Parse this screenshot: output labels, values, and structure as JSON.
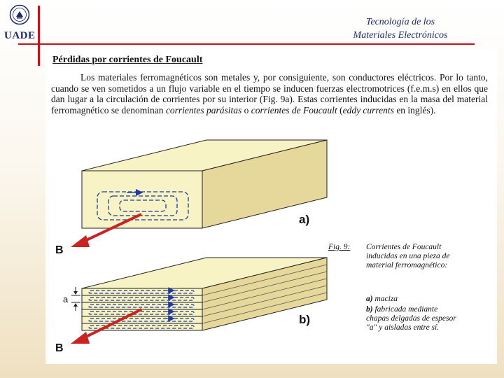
{
  "header": {
    "logo_text": "UADE",
    "title_line1": "Tecnología de los",
    "title_line2": "Materiales Electrónicos"
  },
  "section": {
    "title": "Pérdidas por corrientes de Foucault",
    "p1": "Los materiales ferromagnéticos son metales y, por consiguiente, son conductores eléctricos. Por lo tanto, cuando se ven sometidos a un flujo variable en el tiempo se inducen fuerzas electromotrices (f.e.m.s) en ellos que dan lugar a la circulación de corrientes por su interior (Fig. 9a). Estas corrientes inducidas en la masa del material ferromagnético se denominan ",
    "em1": "corrientes parásitas",
    "mid": " o ",
    "em2": "corrientes de Foucault",
    "p2": " (",
    "em3": "eddy currents",
    "p3": " en inglés)."
  },
  "figure": {
    "label_a": "a)",
    "label_b": "b)",
    "field_top": "B",
    "field_bottom": "B",
    "thickness": "a"
  },
  "caption": {
    "label": "Fig. 9:",
    "desc": "Corrientes de Foucault inducidas en una pieza de material ferromagnético:",
    "item_a_key": "a)",
    "item_a_text": "maciza",
    "item_b_key": "b)",
    "item_b_text": "fabricada mediante chapas delgadas de espesor \"a\" y aisladas entre sí."
  },
  "colors": {
    "accent": "#c0141c",
    "brand": "#1a2a6c",
    "block_face": "#f7f3c4",
    "block_side": "#e6d79a",
    "arrow": "#cc2222",
    "current": "#1f3a9a"
  }
}
